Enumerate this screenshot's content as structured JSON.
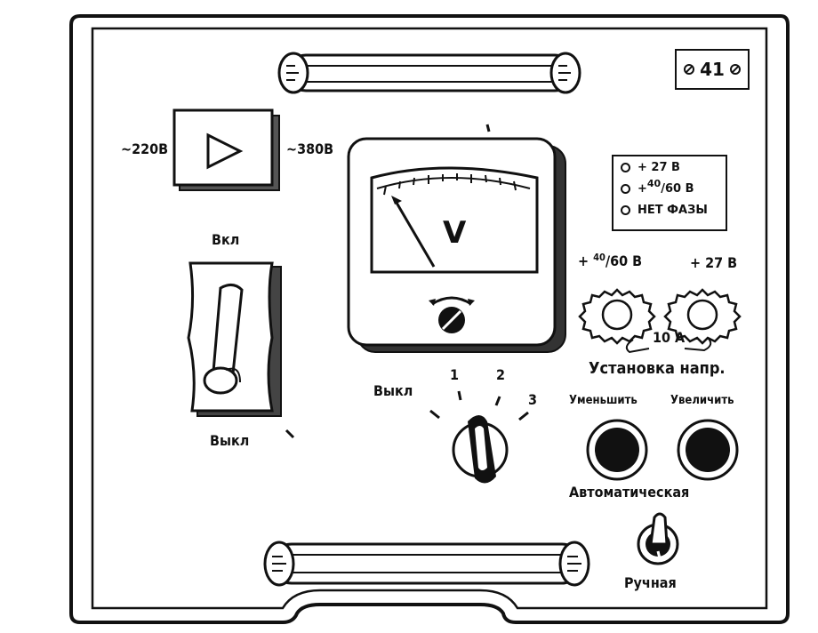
{
  "badge": {
    "number": "41"
  },
  "transformer": {
    "left_label": "~220В",
    "right_label": "~380В"
  },
  "switch_main": {
    "on_label": "Вкл",
    "off_label": "Выкл"
  },
  "voltmeter": {
    "unit": "V"
  },
  "range_selector": {
    "off_label": "Выкл",
    "pos1": "1",
    "pos2": "2",
    "pos3": "3"
  },
  "indicators": {
    "rows": [
      {
        "text": "+ 27 В"
      },
      {
        "text_prefix": "+ ",
        "sup": "40",
        "text_suffix": "/60 В"
      },
      {
        "text": "НЕТ ФАЗЫ"
      }
    ]
  },
  "fuses": {
    "left_sup": "40",
    "left_label": "+ ",
    "left_suffix": "/60 В",
    "right_label": "+ 27 В",
    "rating": "10 А"
  },
  "voltage_setting": {
    "title": "Установка напр.",
    "decrease": "Уменьшить",
    "increase": "Увеличить"
  },
  "mode_switch": {
    "auto": "Автоматическая",
    "manual": "Ручная"
  }
}
